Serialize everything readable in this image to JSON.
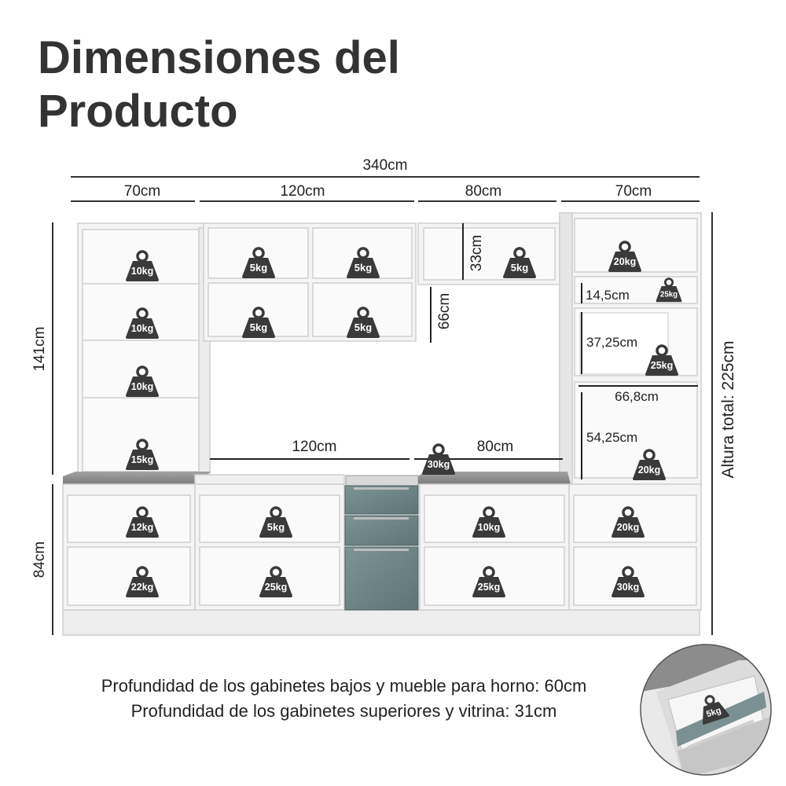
{
  "title_lines": [
    "Dimensiones del",
    "Producto"
  ],
  "dimensions": {
    "total_width": "340cm",
    "widths": [
      "70cm",
      "120cm",
      "80cm",
      "70cm"
    ],
    "upper_height": "141cm",
    "lower_height": "84cm",
    "total_height": "Altura total: 225cm",
    "upper_cabinet_height": "33cm",
    "upper_gap": "66cm",
    "tv_width_120": "120cm",
    "tv_width_80": "80cm",
    "right_tower": {
      "shelf_1": "14,5cm",
      "shelf_2": "37,25cm",
      "inner_width": "66,8cm",
      "shelf_3": "54,25cm"
    }
  },
  "weights": {
    "left_tower": [
      "10kg",
      "10kg",
      "10kg",
      "15kg"
    ],
    "upper_cabinet": [
      "5kg",
      "5kg",
      "5kg",
      "5kg"
    ],
    "small_upper": "5kg",
    "right_tower": [
      "20kg",
      "25kg",
      "25kg",
      "20kg"
    ],
    "counter": "30kg",
    "lower": [
      "12kg",
      "22kg",
      "5kg",
      "25kg",
      "10kg",
      "25kg",
      "20kg",
      "30kg"
    ],
    "drawer_detail": "5kg"
  },
  "depth_notes": [
    "Profundidad de los gabinetes bajos y mueble para horno: 60cm",
    "Profundidad de los gabinetes superiores y vitrina: 31cm"
  ],
  "colors": {
    "cabinet_fill": "#f4f4f4",
    "cabinet_edge": "#cfcfcf",
    "weight_icon": "#3a3a3a",
    "countertop": "#8e8e8e",
    "drawer_front": "#6e8587",
    "text": "#222222"
  },
  "icons": [
    "weight-icon"
  ]
}
